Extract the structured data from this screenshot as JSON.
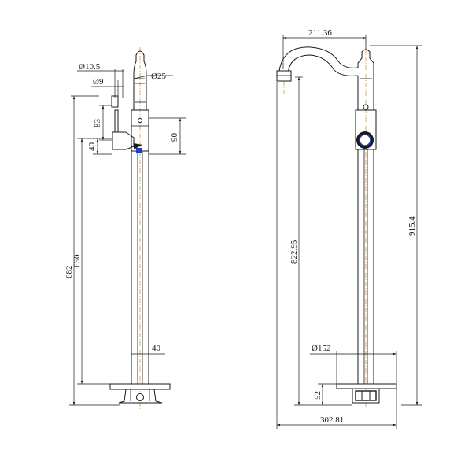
{
  "left_view": {
    "labels": {
      "dia_10_5": "Ø10.5",
      "dia_9": "Ø9",
      "dia_25": "Ø25",
      "dim_83": "83",
      "dim_90": "90",
      "dim_40_side": "40",
      "dim_630": "630",
      "dim_682": "682",
      "dim_40_base": "40"
    }
  },
  "right_view": {
    "labels": {
      "dim_211_36": "211.36",
      "dim_915_4": "915.4",
      "dim_822_95": "822.95",
      "dia_152": "Ø152",
      "dim_52": "52",
      "dim_302_81": "302.81"
    }
  },
  "colors": {
    "line": "#1a1a1a",
    "centerline": "#c07820",
    "accent_blue": "#1f3fbf"
  }
}
